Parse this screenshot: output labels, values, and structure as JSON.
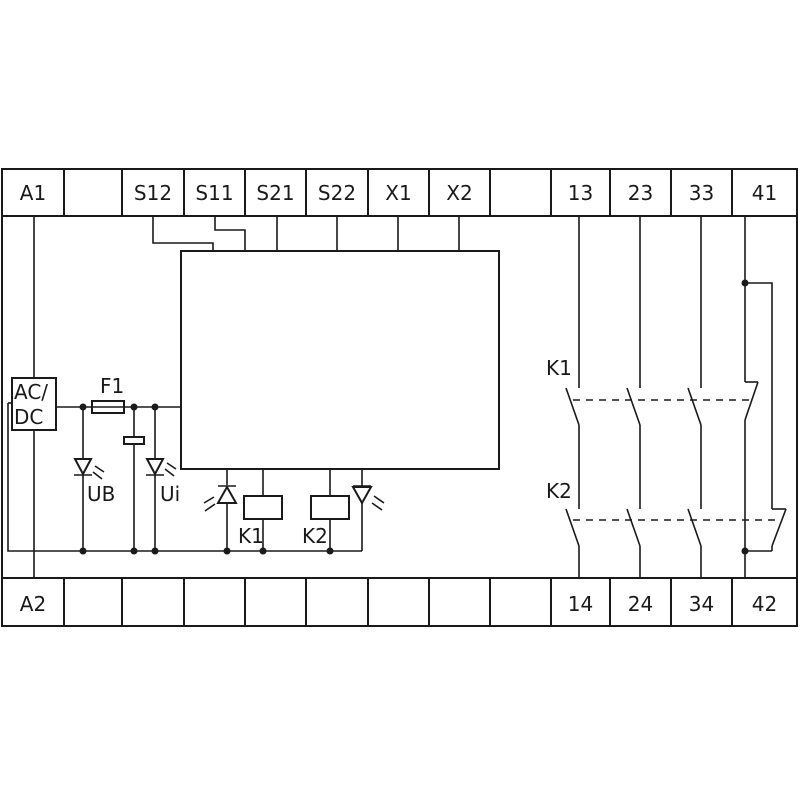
{
  "terminals_top": [
    "A1",
    "",
    "S12",
    "S11",
    "S21",
    "S22",
    "X1",
    "X2",
    "",
    "13",
    "23",
    "33",
    "41"
  ],
  "terminals_bottom": [
    "A2",
    "",
    "",
    "",
    "",
    "",
    "",
    "",
    "",
    "14",
    "24",
    "34",
    "42"
  ],
  "labels": {
    "power_supply_line1": "AC/",
    "power_supply_line2": "DC",
    "fuse": "F1",
    "led_ub": "UB",
    "led_ui": "Ui",
    "relay_k1": "K1",
    "relay_k2": "K2",
    "contact_k1": "K1",
    "contact_k2": "K2"
  }
}
